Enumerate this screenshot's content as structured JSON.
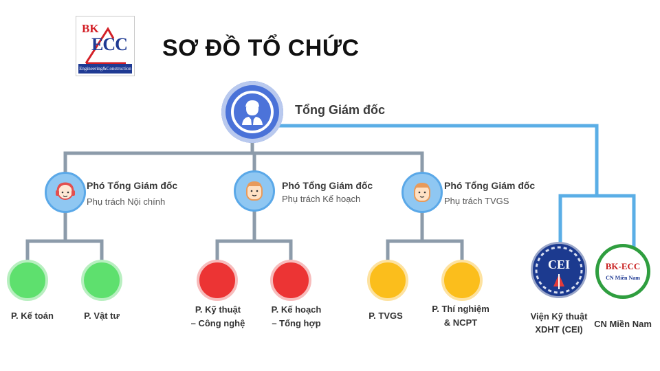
{
  "header": {
    "title": "SƠ ĐỒ TỔ CHỨC",
    "logo_bk": "BK",
    "logo_ecc": "ECC",
    "logo_tagline": "Engineering&Construction"
  },
  "ceo": {
    "label": "Tổng Giám đốc"
  },
  "deputies": [
    {
      "title": "Phó Tổng Giám đốc",
      "subtitle": "Phụ trách Nội chính"
    },
    {
      "title": "Phó Tổng Giám đốc",
      "subtitle": "Phụ trách Kế hoạch"
    },
    {
      "title": "Phó Tổng Giám đốc",
      "subtitle": "Phụ trách TVGS"
    }
  ],
  "departments": [
    {
      "line1": "P. Kế toán",
      "line2": ""
    },
    {
      "line1": "P. Vật tư",
      "line2": ""
    },
    {
      "line1": "P. Kỹ thuật",
      "line2": "– Công nghệ"
    },
    {
      "line1": "P. Kế hoạch",
      "line2": "– Tổng hợp"
    },
    {
      "line1": "P. TVGS",
      "line2": ""
    },
    {
      "line1": "P. Thí nghiệm",
      "line2": "& NCPT"
    }
  ],
  "branches": {
    "cei": {
      "logo_text": "CEI",
      "line1": "Viện Kỹ thuật",
      "line2": "XDHT (CEI)"
    },
    "south": {
      "logo_line1": "BK-ECC",
      "logo_line2": "CN Miền Nam",
      "label": "CN Miền Nam"
    }
  },
  "colors": {
    "trunk_line": "#8c9baa",
    "branch_line": "#5aaee6",
    "ceo_blue": "#4a72d8",
    "green": "#5ee06e",
    "red": "#ec3434",
    "yellow": "#fbbe1c",
    "deputy_blue": "#8fc7f2"
  },
  "icons": {
    "ceo": "businessman-icon",
    "deputy_1": "woman-headset-icon",
    "deputy_2": "man-face-icon",
    "deputy_3": "man-face-icon"
  }
}
